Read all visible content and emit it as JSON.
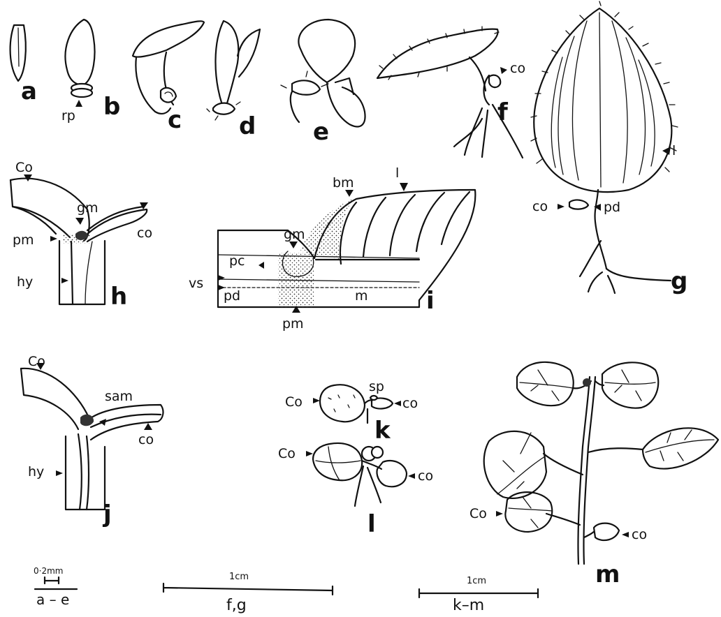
{
  "panels": {
    "a": "a",
    "b": "b",
    "c": "c",
    "d": "d",
    "e": "e",
    "f": "f",
    "g": "g",
    "h": "h",
    "i": "i",
    "j": "j",
    "k": "k",
    "l": "l",
    "m": "m"
  },
  "labels": {
    "b_rp": "rp",
    "f_co": "co",
    "g_l": "l",
    "g_co": "co",
    "g_pd": "pd",
    "h_Co": "Co",
    "h_gm": "gm",
    "h_co": "co",
    "h_pm": "pm",
    "h_hy": "hy",
    "i_bm": "bm",
    "i_l": "l",
    "i_gm": "gm",
    "i_pc": "pc",
    "i_vs": "vs",
    "i_pd": "pd",
    "i_m": "m",
    "i_pm": "pm",
    "j_Co": "Co",
    "j_sam": "sam",
    "j_co": "co",
    "j_hy": "hy",
    "k_sp": "sp",
    "k_Co": "Co",
    "k_co": "co",
    "l_Co": "Co",
    "l_co": "co",
    "m_Co": "Co",
    "m_co": "co"
  },
  "scale_bars": [
    {
      "value": "0·2mm",
      "applies_to": "a – e"
    },
    {
      "value": "1cm",
      "applies_to": "f,g"
    },
    {
      "value": "1cm",
      "applies_to": "k–m"
    }
  ]
}
